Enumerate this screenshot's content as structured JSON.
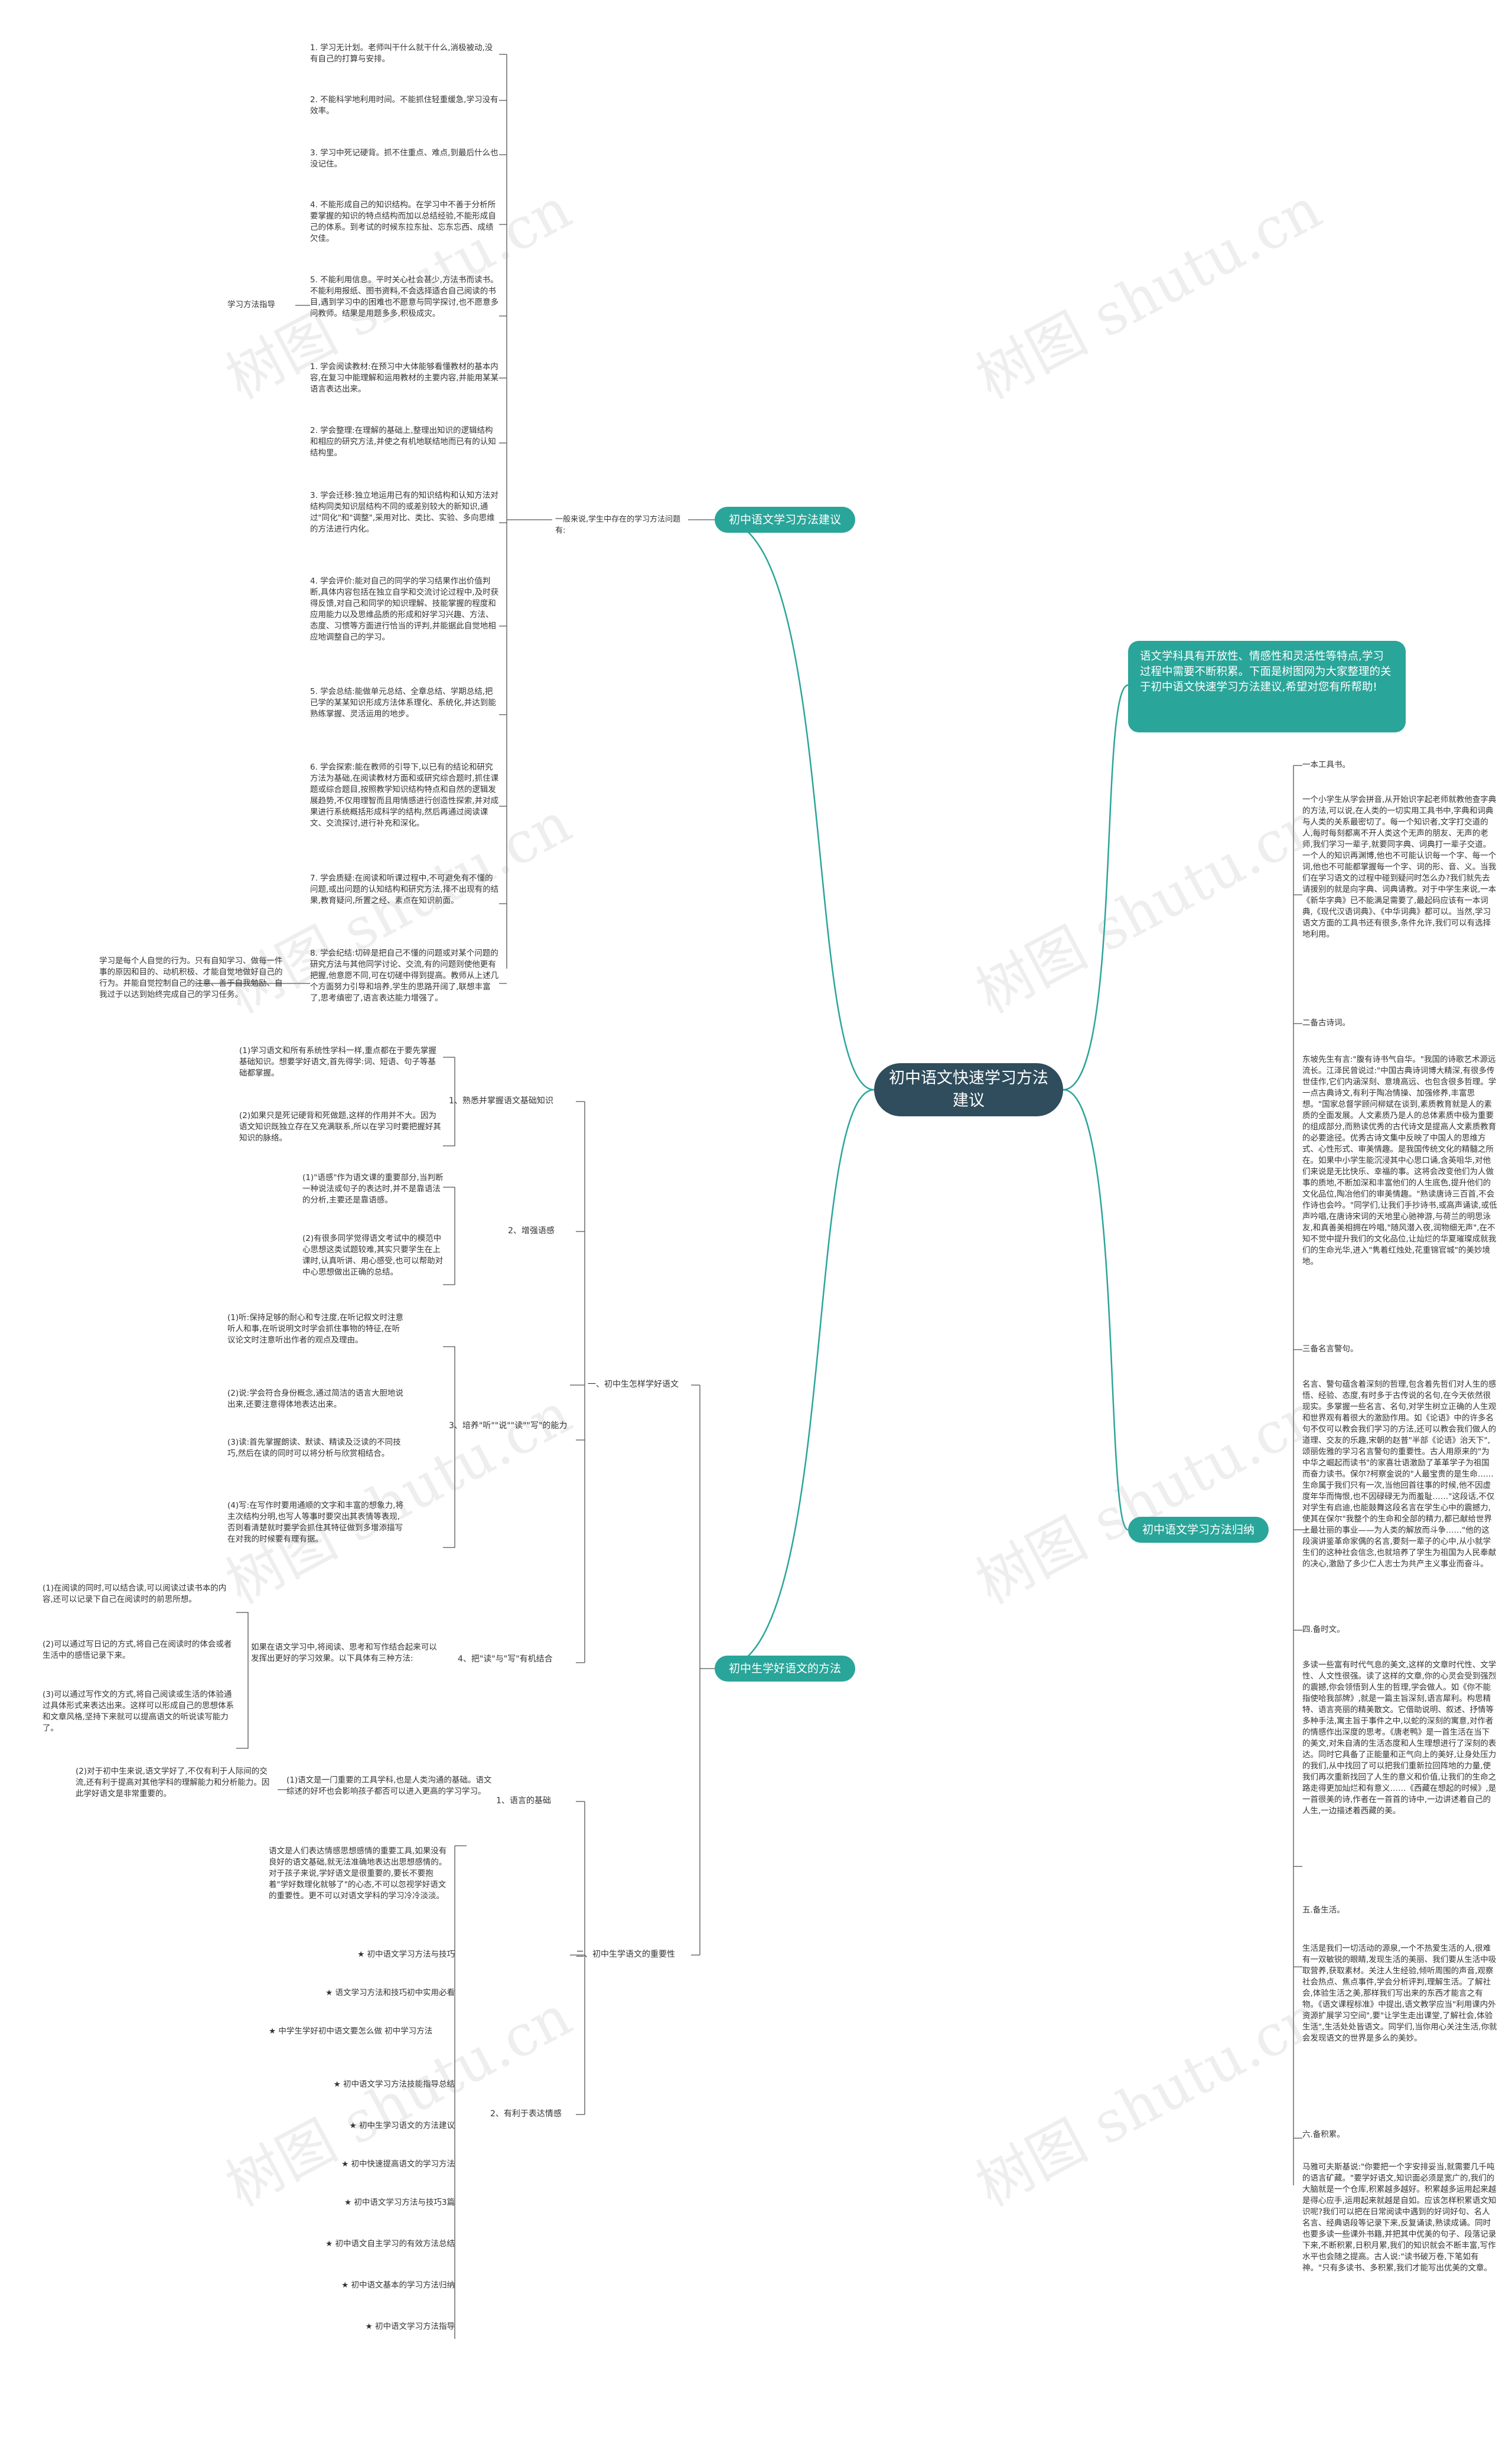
{
  "root": "初中语文快速学习方法建议",
  "intro": "语文学科具有开放性、情感性和灵活性等特点,学习过程中需要不断积累。下面是树图网为大家整理的关于初中语文快速学习方法建议,希望对您有所帮助!",
  "watermark": "树图 shutu.cn",
  "branch1": {
    "label": "初中语文学习方法建议",
    "sub": "一般来说,学生中存在的学习方法问题有:",
    "guide": "学习方法指导",
    "problems": [
      "1. 学习无计划。老师叫干什么就干什么,消极被动,没有自己的打算与安排。",
      "2. 不能科学地利用时间。不能抓住轻重缓急,学习没有效率。",
      "3. 学习中死记硬背。抓不住重点、难点,到最后什么也没记住。",
      "4. 不能形成自己的知识结构。在学习中不善于分析所要掌握的知识的特点结构而加以总结经验,不能形成自己的体系。到考试的时候东拉东扯、忘东忘西、成绩欠佳。",
      "5. 不能利用信息。平时关心社会甚少,方法书而读书。不能利用报纸、图书资料,不会选择适合自己阅读的书目,遇到学习中的困难也不愿意与同学探讨,也不愿意多问教师。结果是用题多多,积极成灾。"
    ],
    "guidance": [
      "1. 学会阅读教材:在预习中大体能够看懂教材的基本内容,在复习中能理解和运用教材的主要内容,并能用某某语言表达出来。",
      "2. 学会整理:在理解的基础上,整理出知识的逻辑结构和相应的研究方法,并使之有机地联结地而已有的认知结构里。",
      "3. 学会迁移:独立地运用已有的知识结构和认知方法对结构同类知识层结构不同的或差别较大的新知识,通过\"同化\"和\"调整\",采用对比、类比、实验、多向思维的方法进行内化。",
      "4. 学会评价:能对自己的同学的学习结果作出价值判断,具体内容包括在独立自学和交流讨论过程中,及时获得反馈,对自己和同学的知识理解、技能掌握的程度和应用能力以及思维品质的形成和好学习兴趣、方法、态度、习惯等方面进行恰当的评判,并能据此自觉地相应地调整自己的学习。",
      "5. 学会总结:能做单元总结、全章总结、学期总结,把已学的某某知识形成方法体系理化、系统化,并达到能熟练掌握、灵活运用的地步。",
      "6. 学会探索:能在教师的引导下,以已有的结论和研究方法为基础,在阅读教材方面和或研究综合题时,抓住课题或综合题目,按照教学知识结构特点和自然的逻辑发展趋势,不仅用理智而且用情感进行创造性探索,并对成果进行系统概括形成科学的结构,然后再通过阅读课文、交流探讨,进行补充和深化。",
      "7. 学会质疑:在阅读和听课过程中,不可避免有不懂的问题,或出问题的认知结构和研究方法,择不出现有的结果,教育疑问,所置之经、素点在知识前面。",
      "8. 学会纪结:切碎是把自己不懂的问题或对某个问题的研究方法与其他同学讨论、交流,有的问题则使他更有把握,他意愿不同,可在切磋中得到提高。教师从上述几个方面努力引导和培养,学生的思路开阔了,联想丰富了,思考缜密了,语言表达能力增强了。"
    ],
    "summary": "学习是每个人自觉的行为。只有自知学习、做每一件事的原因和目的、动机积极、才能自觉地做好自己的行为。并能自觉控制自己的注意、善于自我勉励、自我过于以达到始终完成自己的学习任务。"
  },
  "branch2": {
    "label": "初中生学好语文的方法",
    "part1": {
      "label": "一、初中生怎样学好语文",
      "items": [
        {
          "label": "1、熟悉并掌握语文基础知识",
          "notes": [
            "(1)学习语文和所有系统性学科一样,重点都在于要先掌握基础知识。想要学好语文,首先得学:词、短语、句子等基础都掌握。",
            "(2)如果只是死记硬背和死做题,这样的作用并不大。因为语文知识既独立存在又充满联系,所以在学习时要把握好其知识的脉络。"
          ]
        },
        {
          "label": "2、增强语感",
          "notes": [
            "(1)\"语感\"作为语文课的重要部分,当判断一种说法或句子的表达时,并不是靠语法的分析,主要还是靠语感。",
            "(2)有很多同学觉得语文考试中的模范中心思想这类试题较难,其实只要学生在上课时,认真听讲、用心感受,也可以帮助对中心思想做出正确的总结。"
          ]
        },
        {
          "label": "3、培养\"听\"\"说\"\"读\"\"写\"的能力",
          "notes": [
            "(1)听:保持足够的耐心和专注度,在听记叙文时注意听人和事,在听说明文时学会抓住事物的特征,在听议论文时注意听出作者的观点及理由。",
            "(2)说:学会符合身份概念,通过简洁的语言大胆地说出来,还要注意得体地表达出来。",
            "(3)读:首先掌握朗读、默读、精读及泛读的不同技巧,然后在读的同时可以将分析与欣赏相结合。",
            "(4)写:在写作时要用通顺的文字和丰富的想象力,将主次结构分明,也写人等事时要突出其表情等表现,否则看清楚就时要学会抓住其特征做到多增添描写在对我的时候要有理有据。"
          ]
        },
        {
          "label": "4、把\"读\"与\"写\"有机结合",
          "mid": "如果在语文学习中,将阅读、思考和写作结合起来可以发挥出更好的学习效果。以下具体有三种方法:",
          "notes": [
            "(1)在阅读的同时,可以结合读,可以阅读过读书本的内容,还可以记录下自己在阅读时的前思所想。",
            "(2)可以通过写日记的方式,将自己在阅读时的体会或者生活中的感悟记录下来。",
            "(3)可以通过写作文的方式,将自己阅读或生活的体验通过具体形式来表达出来。这样可以形成自己的思想体系和文章风格,坚持下来就可以提高语文的听说读写能力了。"
          ]
        }
      ]
    },
    "part2": {
      "label": "二、初中生学语文的重要性",
      "items": [
        {
          "label": "1、语言的基础",
          "mid": "(1)语文是一门重要的工具学科,也是人类沟通的基础。语文综述的好坏也会影响孩子都否可以进入更高的学习学习。",
          "notes": [
            "(2)对于初中生来说,语文学好了,不仅有利于人际间的交流,还有利于提高对其他学科的理解能力和分析能力。因此学好语文是非常重要的。"
          ]
        },
        {
          "label": "2、有利于表达情感",
          "notes": [
            "语文是人们表达情感思想感情的重要工具,如果没有良好的语文基础,就无法准确地表达出思想感情的。对于孩子来说,学好语文是很重要的,要长不要抱着\"学好数理化就够了\"的心态,不可以忽视学好语文的重要性。更不可以对语文学科的学习冷冷淡淡。"
          ],
          "links": [
            "★ 初中语文学习方法与技巧",
            "★ 语文学习方法和技巧初中实用必看",
            "★ 中学生学好初中语文要怎么做 初中学习方法",
            "★ 初中语文学习方法技能指导总结",
            "★ 初中生学习语文的方法建议",
            "★ 初中快速提高语文的学习方法",
            "★ 初中语文学习方法与技巧3篇",
            "★ 初中语文自主学习的有效方法总结",
            "★ 初中语文基本的学习方法归纳",
            "★ 初中语文学习方法指导"
          ]
        }
      ]
    }
  },
  "branch3": {
    "label": "初中语文学习方法归纳",
    "items": [
      "一本工具书。",
      "一个小学生从学会拼音,从开始识字起老师就教他查字典的方法,可以说,在人类的一切实用工具书中,字典和词典与人类的关系最密切了。每一个知识者,文字打交道的人,每时每刻都离不开人类这个无声的朋友、无声的老师,我们学习一辈子,就要同字典、词典打一辈子交道。一个人的知识再渊博,他也不可能认识每一个字、每一个词,他也不可能都掌握每一个字、词的形、音、义。当我们在学习语文的过程中碰到疑问时怎么办?我们就先去请援别的就是向字典、词典请教。对于中学生来说,一本《新华字典》已不能满足需要了,最起码应该有一本词典,《现代汉语词典》、《中华词典》都可以。当然,学习语文方面的工具书还有很多,条件允许,我们可以有选择地利用。",
      "二备古诗词。",
      "东坡先生有言:\"腹有诗书气自华。\"我国的诗歌艺术源远流长。江泽民曾说过:\"中国古典诗词博大精深,有很多传世佳作,它们内涵深刻、意境高远、也包含很多哲理。学一点古典诗文,有利于陶冶情操、加强修养,丰富思想。\"国家总督学顾问柳斌在谈到,素质教育就是人的素质的全面发展。人文素质乃是人的总体素质中极为重要的组成部分,而熟读优秀的古代诗文是提高人文素质教育的必要途径。优秀古诗文集中反映了中国人的思维方式、心性形式、审美情趣。是我国传统文化的精髓之所在。如果中小学生能沉浸其中心思口诵,含英咀华,对他们来说是无比快乐、幸福的事。这将会改变他们为人做事的质地,不断加深和丰富他们的人生底色,提升他们的文化品位,陶冶他们的审美情趣。\"熟读唐诗三百首,不会作诗也会吟。\"同学们,让我们手抄诗书,或高声诵读,或低声吟唱,在唐诗宋词的天地里心驰神游,与荷兰的明思泳友,和真善美相拥在吟唱,\"随风潜入夜,润物细无声\",在不知不觉中提升我们的文化品位,让灿烂的华夏璀璨成就我们的生命光华,进入\"隽着红烛处,花重锦官城\"的美妙境地。",
      "三备名言警句。",
      "名言、警句蕴含着深刻的哲理,包含着先哲们对人生的感悟、经验、态度,有时多于古传说的名句,在今天依然很现实。多掌握一些名言、名句,对学生树立正确的人生观和世界观有着很大的激励作用。如《论语》中的许多名句不仅可以教会我们学习的方法,还可以教会我们做人的道理、交友的乐趣,宋朝的赵普\"半部《论语》治天下\",颂丽佐雅的学习名言警句的重要性。古人用原来的\"为中华之崛起而读书\"的家喜壮语激励了革革学子为祖国而奋力读书。保尔?柯察金说的\"人最宝贵的是生命……生命属于我们只有一次,当他回首往事的时候,他不因虚度年华而悔恨,也不因碌碌无为而羞耻……\"这段话,不仅对学生有启迪,也能鼓舞这段名言在学生心中的震撼力,使其在保尔\"我整个的生命和全部的精力,都已献给世界上最壮丽的事业——为人类的解放而斗争……\"他的这段演讲鉴革命家偶的名言,要刻一辈子的心中,从小就学生们的这种社会信念,也就培养了学生为祖国为人民奉献的决心,激励了多少仁人志士为共产主义事业而奋斗。",
      "四.备时文。",
      "多读一些富有时代气息的美文,这样的文章时代性、文学性、人文性很强。读了这样的文章,你的心灵会受到强烈的震撼,你会领悟到人生的哲理,学会做人。如《你不能指使哈我部牌》,就是一篇主旨深刻,语言犀利。构思精特、语言亮丽的精美散文。它借助说明、叙述、抒情等多种手法,寓主旨于事件之中,以蛇的深刻的寓意,对作者的情感作出深度的思考。《唐老鸭》是一首生活在当下的美文,对朱自清的生活态度和人生理想进行了深刻的表达。同时它具备了正能量和正气向上的美好,让身处压力的我们,从中找回了可以把我们重新拉回阵地的力量,使我们再次重新找回了人生的意义和价值,让我们的生命之路走得更加灿烂和有意义……《西藏在想起的时候》,是一首很美的诗,作者在一首首的诗中,一边讲述着自己的人生,一边描述着西藏的美。",
      "五.备生活。",
      "生活是我们一切活动的源泉,一个不热爱生活的人,很难有一双敏锐的眼睛,发现生活的美丽、我们要从生活中吸取营养,获取素材。关注人生经验,倾听周围的声音,观察社会热点、焦点事件,学会分析评判,理解生活。了解社会,体验生活之美,那样我们写出来的东西才能言之有物。《语文课程标准》中提出,语文教学应当\"利用课内外资源扩展学习空间\",要\"让学生走出课堂,了解社会,体验生活\",生活处处皆语文。同学们,当你用心关注生活,你就会发现语文的世界是多么的美妙。",
      "六.备积累。",
      "马雅可夫斯基说:\"你要把一个字安排妥当,就需要几千吨的语言矿藏。\"要学好语文,知识面必须是宽广的,我们的大脑就是一个仓库,积累越多越好。积累越多运用起来越是得心应手,运用起来就越是自如。应该怎样积累语文知识呢?我们可以把在日常阅读中遇到的好词好句、名人名言、经典语段等记录下来,反复诵读,熟读成诵。同时也要多读一些课外书籍,并把其中优美的句子、段落记录下来,不断积累,日积月累,我们的知识就会不断丰富,写作水平也会随之提高。古人说:\"读书破万卷,下笔如有神。\"只有多读书、多积累,我们才能写出优美的文章。"
    ]
  }
}
